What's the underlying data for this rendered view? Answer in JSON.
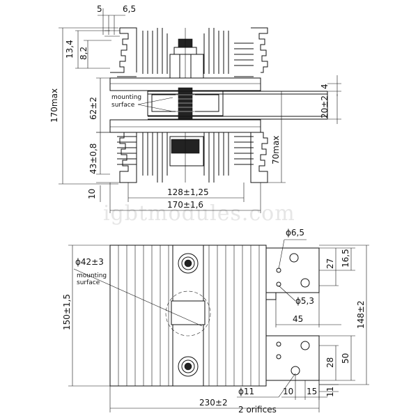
{
  "top_view": {
    "dims": {
      "d5": "5",
      "d6_5": "6,5",
      "d13_4": "13,4",
      "d8_2": "8,2",
      "d170max": "170max",
      "d62": "62±2",
      "d43": "43±0,8",
      "d10": "10",
      "d4": "4",
      "d20": "20±2",
      "d70max": "70max",
      "d128": "128±1,25",
      "d170": "170±1,6"
    },
    "label_mounting": "mounting",
    "label_surface": "surface"
  },
  "watermark": "igbtmodules.com",
  "bottom_view": {
    "dims": {
      "phi6_5": "ϕ6,5",
      "d27": "27",
      "d16_5": "16,5",
      "phi5_3": "ϕ5,3",
      "d45": "45",
      "d150": "150±1,5",
      "d148": "148±2",
      "d28": "28",
      "d50": "50",
      "phi11": "ϕ11",
      "d10": "10",
      "d15": "15",
      "d11": "11",
      "d230": "230±2"
    },
    "phi42": "ϕ42±3",
    "label_mounting": "mounting",
    "label_surface": "surface",
    "orifices": "2 orifices"
  }
}
